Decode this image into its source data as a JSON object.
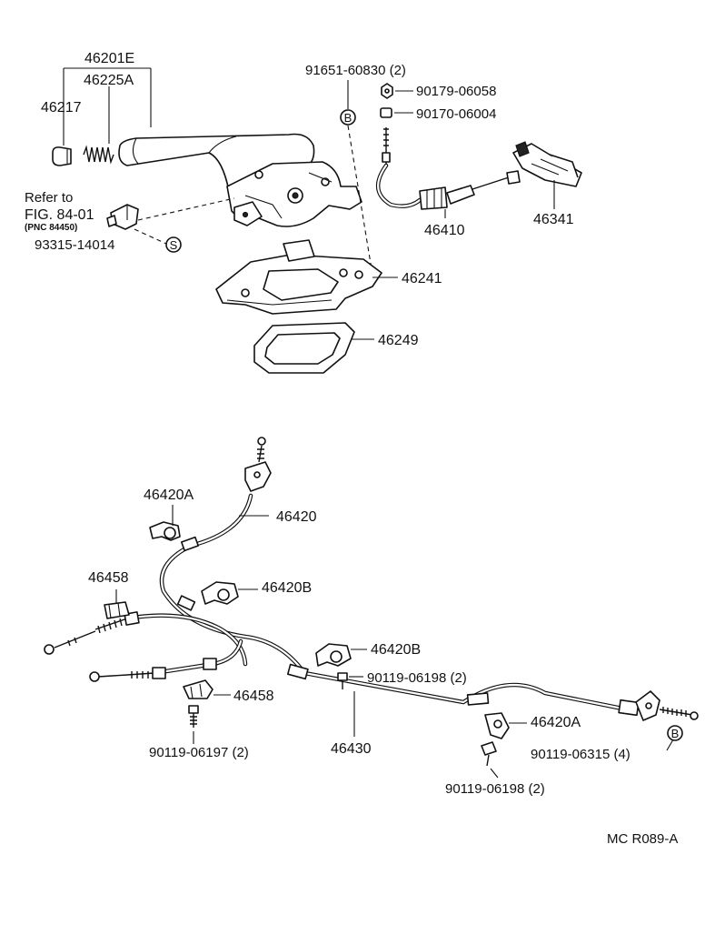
{
  "labels": {
    "p46201E": "46201E",
    "p46225A": "46225A",
    "p46217": "46217",
    "p91651": "91651-60830 (2)",
    "p90179": "90179-06058",
    "p90170": "90170-06004",
    "refer_to": "Refer to",
    "fig": "FIG. 84-01",
    "pnc": "(PNC 84450)",
    "p93315": "93315-14014",
    "p46410": "46410",
    "p46341": "46341",
    "p46241": "46241",
    "p46249": "46249",
    "p46420A_top": "46420A",
    "p46420": "46420",
    "p46458_top": "46458",
    "p46420B_top": "46420B",
    "p46420B_mid": "46420B",
    "p90119_06198_a": "90119-06198 (2)",
    "p46458_bot": "46458",
    "p90119_06197": "90119-06197 (2)",
    "p46430": "46430",
    "p46420A_bot": "46420A",
    "p90119_06315": "90119-06315 (4)",
    "p90119_06198_b": "90119-06198 (2)",
    "code": "MC R089-A"
  },
  "markers": {
    "b": "B",
    "s": "S"
  }
}
